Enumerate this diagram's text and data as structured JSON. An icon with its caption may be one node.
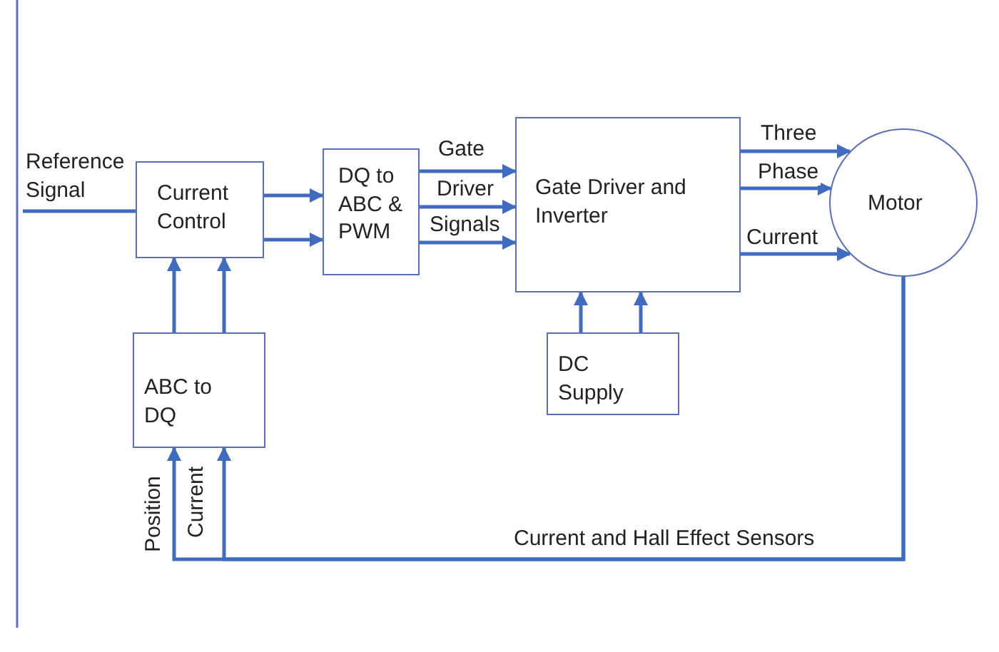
{
  "diagram": {
    "nodes": [
      {
        "text": [
          "Reference Signal"
        ]
      },
      {
        "text": [
          "Current Control"
        ]
      },
      {
        "text": [
          "DQ to ABC & PWM"
        ]
      },
      {
        "text": [
          "Gate Driver and Inverter"
        ]
      },
      {
        "text": [
          "Motor"
        ]
      },
      {
        "text": [
          "DC Supply"
        ]
      },
      {
        "text": [
          "ABC to DQ"
        ]
      }
    ],
    "edges": [
      {
        "from": 0,
        "to": 1,
        "arrow": "none"
      },
      {
        "from": 1,
        "to": 2,
        "arrow": "to"
      },
      {
        "from": 1,
        "to": 2,
        "arrow": "to"
      },
      {
        "from": 2,
        "to": 3,
        "arrow": "to",
        "label": "Gate"
      },
      {
        "from": 2,
        "to": 3,
        "arrow": "to",
        "label": "Driver"
      },
      {
        "from": 2,
        "to": 3,
        "arrow": "to",
        "label": "Signals"
      },
      {
        "from": 3,
        "to": 4,
        "arrow": "to",
        "label": "Three"
      },
      {
        "from": 3,
        "to": 4,
        "arrow": "to",
        "label": "Phase"
      },
      {
        "from": 3,
        "to": 4,
        "arrow": "to",
        "label": "Current"
      },
      {
        "from": 5,
        "to": 3,
        "arrow": "to"
      },
      {
        "from": 5,
        "to": 3,
        "arrow": "to"
      },
      {
        "from": 6,
        "to": 1,
        "arrow": "to"
      },
      {
        "from": 6,
        "to": 1,
        "arrow": "to"
      },
      {
        "from": 4,
        "to": 6,
        "arrow": "to",
        "label": "Position"
      },
      {
        "from": 4,
        "to": 6,
        "arrow": "to",
        "label": "Current"
      }
    ],
    "labels": [
      "Current and Hall Effect Sensors"
    ]
  }
}
